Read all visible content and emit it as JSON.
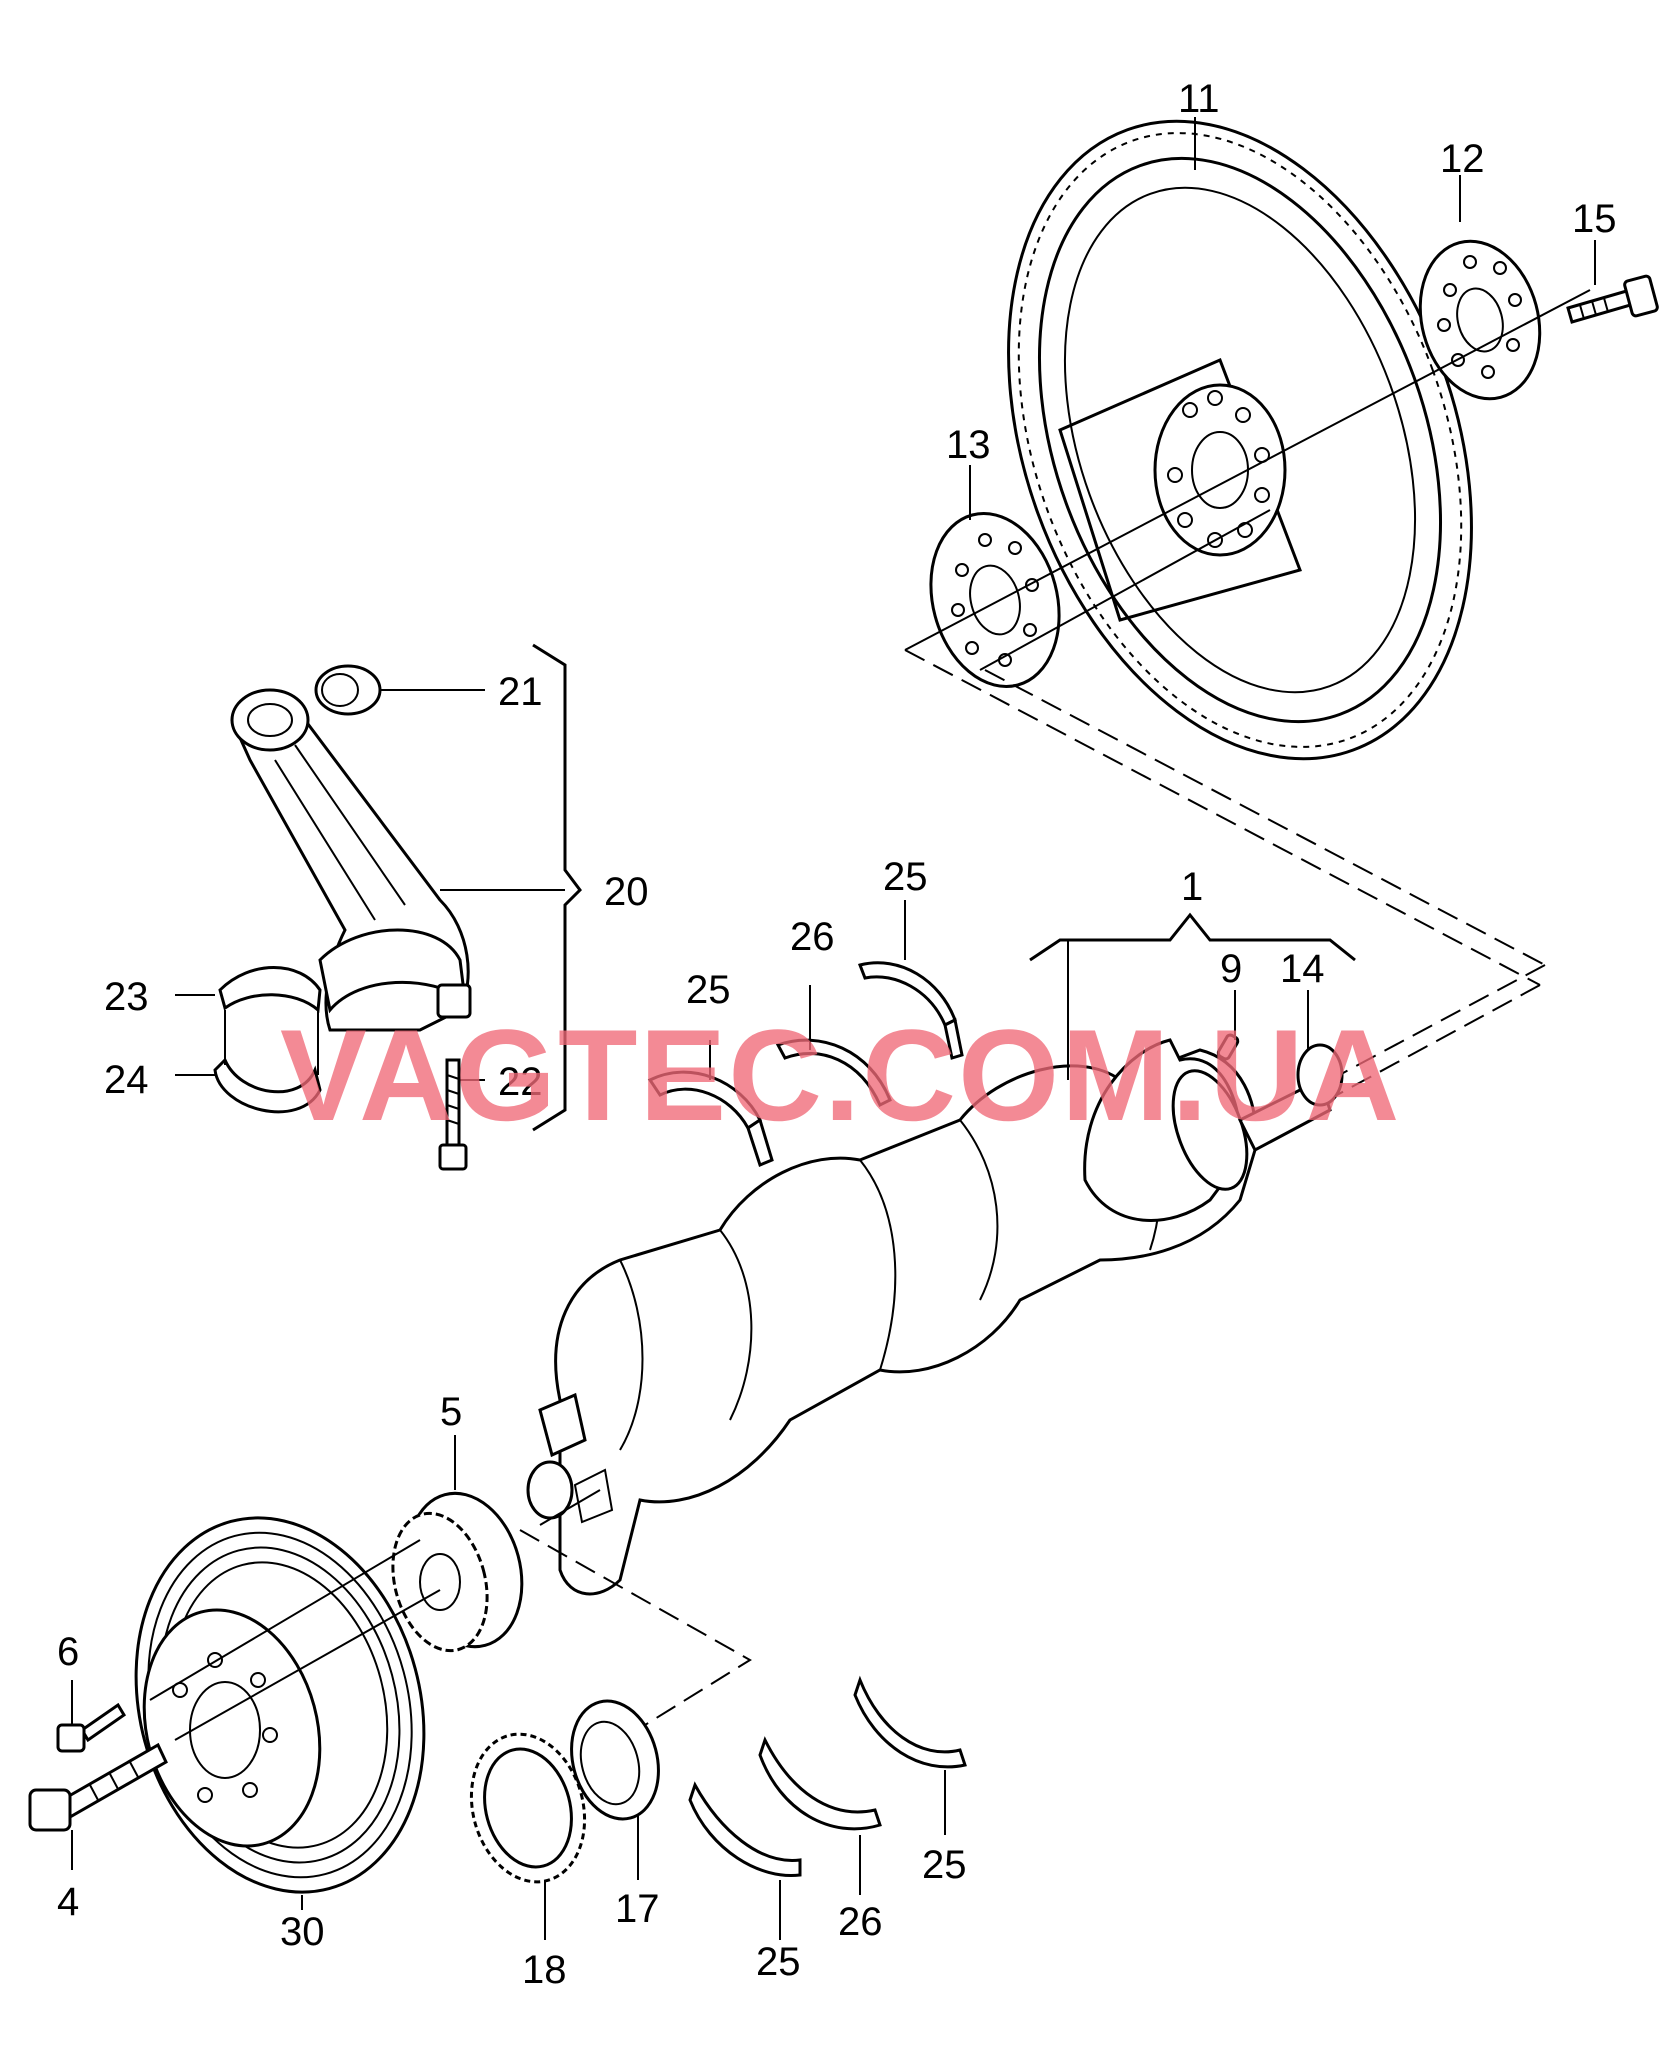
{
  "callouts": {
    "c1": "1",
    "c4": "4",
    "c5": "5",
    "c6": "6",
    "c9": "9",
    "c11": "11",
    "c12": "12",
    "c13": "13",
    "c14": "14",
    "c15": "15",
    "c17": "17",
    "c18": "18",
    "c20": "20",
    "c21": "21",
    "c22": "22",
    "c23": "23",
    "c24": "24",
    "c25_a": "25",
    "c25_b": "25",
    "c25_c": "25",
    "c25_d": "25",
    "c26_a": "26",
    "c26_b": "26",
    "c30": "30"
  },
  "watermark": "VAGTEC.COM.UA",
  "colors": {
    "lines": "#000000",
    "background": "#ffffff",
    "watermark": "#f06a78"
  }
}
